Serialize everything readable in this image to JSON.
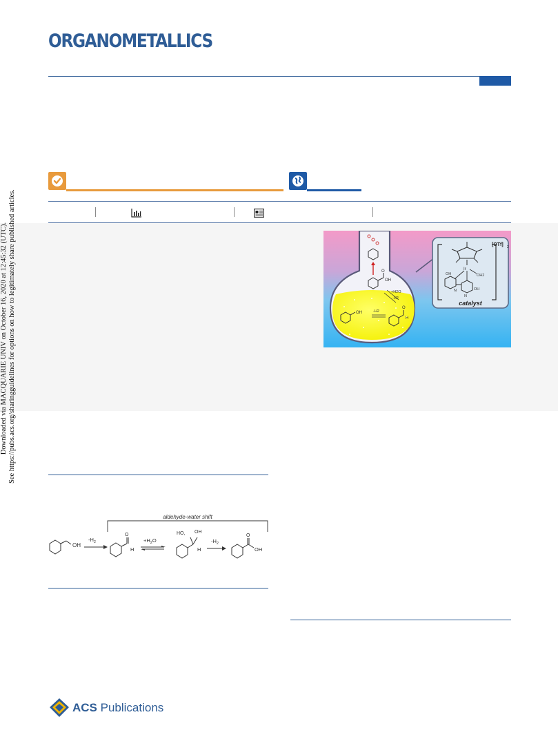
{
  "journal": {
    "name": "ORGANOMETALLICS"
  },
  "metrics_bar": {
    "metrics_icon": "bar-chart-icon",
    "article_icon": "article-icon"
  },
  "toc_graphic": {
    "catalyst_label": "catalyst",
    "counterion": "[OTf]",
    "counterion_sub": "2",
    "labels": [
      "+H2O",
      "-H2",
      "-H2",
      "OH",
      "OH",
      "H",
      "OH",
      "OH",
      "OH2",
      "N",
      "N",
      "Ir",
      "O",
      "O"
    ]
  },
  "scheme": {
    "bracket_label": "aldehyde-water shift",
    "step1": "-H",
    "step1_sub": "2",
    "step2": "+H",
    "step2_sub": "2",
    "step2_suffix": "O",
    "step3": "-H",
    "step3_sub": "2",
    "label_oh_start": "OH",
    "label_h_ald": "H",
    "label_ho": "HO,",
    "label_oh_gem": "OH",
    "label_h_gem": "H",
    "label_oh_acid": "OH"
  },
  "watermark": {
    "line1": "Downloaded via MACQUARIE UNIV on October 16, 2020 at 12:45:32 (UTC).",
    "line2": "See https://pubs.acs.org/sharingguidelines for options on how to legitimately share published articles."
  },
  "publisher": {
    "name_bold": "ACS",
    "name_rest": " Publications"
  },
  "colors": {
    "brand_blue": "#2f5d96",
    "oa_orange": "#e89a3c",
    "oa_blue": "#1f5aa6"
  }
}
